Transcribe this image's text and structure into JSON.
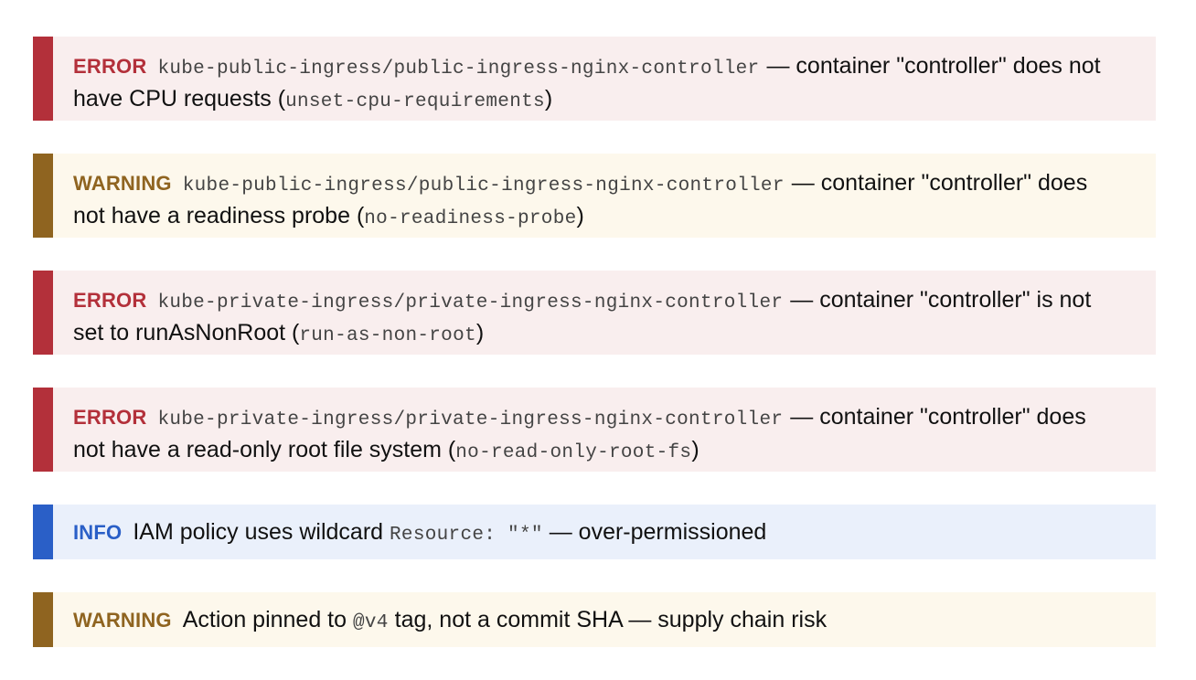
{
  "colors": {
    "error": "#b3303a",
    "error_bg": "#f9eeee",
    "warning": "#8f6420",
    "warning_bg": "#fdf8ec",
    "info": "#2a5fc7",
    "info_bg": "#eaf0fb"
  },
  "findings": [
    {
      "severity": "ERROR",
      "resource": "kube-public-ingress/public-ingress-nginx-controller",
      "message": "— container \"controller\" does not have CPU requests",
      "rule": "unset-cpu-requirements"
    },
    {
      "severity": "WARNING",
      "resource": "kube-public-ingress/public-ingress-nginx-controller",
      "message": "— container \"controller\" does not have a readiness probe",
      "rule": "no-readiness-probe"
    },
    {
      "severity": "ERROR",
      "resource": "kube-private-ingress/private-ingress-nginx-controller",
      "message": "— container \"controller\" is not set to runAsNonRoot",
      "rule": "run-as-non-root"
    },
    {
      "severity": "ERROR",
      "resource": "kube-private-ingress/private-ingress-nginx-controller",
      "message": "— container \"controller\" does not have a read-only root file system",
      "rule": "no-read-only-root-fs"
    },
    {
      "severity": "INFO",
      "text_before": "IAM policy uses wildcard",
      "code": "Resource: \"*\"",
      "text_after": "— over-permissioned"
    },
    {
      "severity": "WARNING",
      "text_before": "Action pinned to",
      "code": "@v4",
      "text_after": "tag, not a commit SHA — supply chain risk"
    }
  ]
}
